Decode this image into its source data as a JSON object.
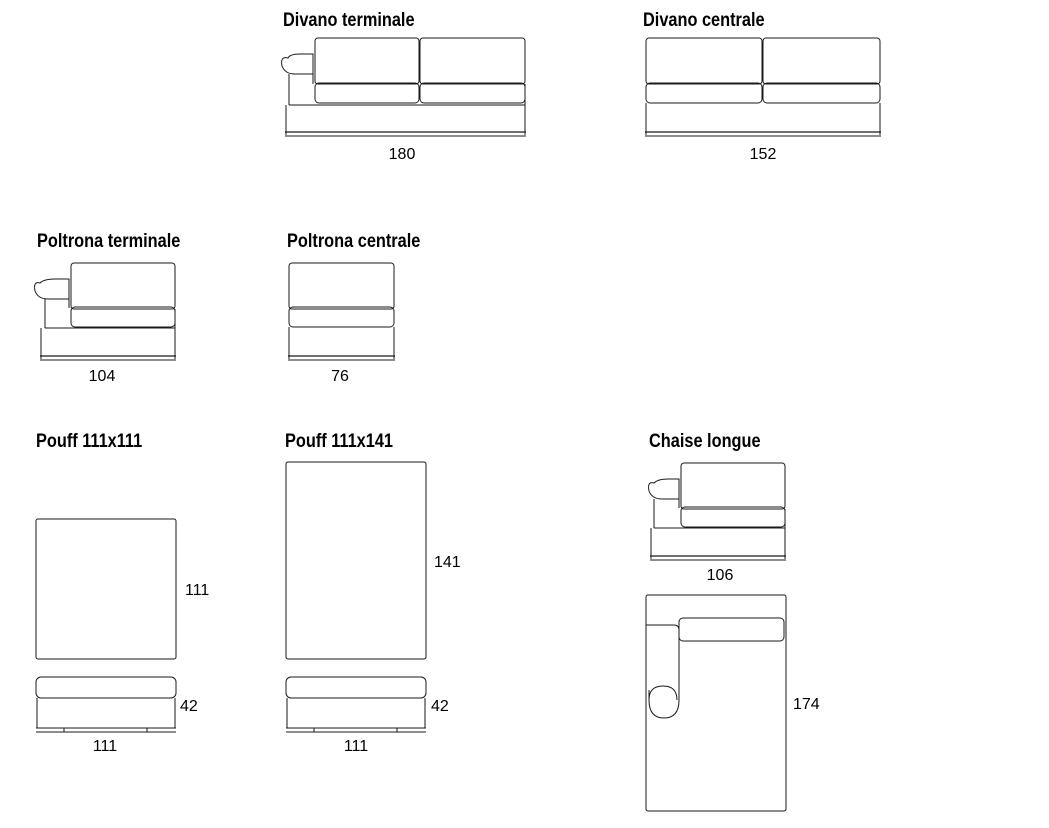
{
  "modules": [
    {
      "id": "divano-terminale",
      "title": "Divano terminale",
      "width_label": "180"
    },
    {
      "id": "divano-centrale",
      "title": "Divano centrale",
      "width_label": "152"
    },
    {
      "id": "poltrona-terminale",
      "title": "Poltrona terminale",
      "width_label": "104"
    },
    {
      "id": "poltrona-centrale",
      "title": "Poltrona centrale",
      "width_label": "76"
    },
    {
      "id": "pouff-111x111",
      "title": "Pouff 111x111",
      "width_label": "111",
      "depth_label": "111",
      "height_label": "42"
    },
    {
      "id": "pouff-111x141",
      "title": "Pouff 111x141",
      "width_label": "111",
      "depth_label": "141",
      "height_label": "42"
    },
    {
      "id": "chaise-longue",
      "title": "Chaise longue",
      "width_label": "106",
      "depth_label": "174"
    }
  ]
}
